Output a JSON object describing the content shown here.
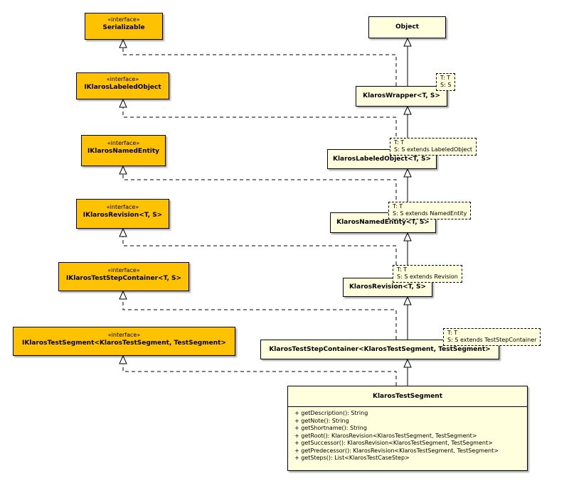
{
  "stereotype": "«interface»",
  "interfaces": [
    {
      "name": "Serializable"
    },
    {
      "name": "IKlarosLabeledObject"
    },
    {
      "name": "IKlarosNamedEntity"
    },
    {
      "name": "IKlarosRevision<T, S>"
    },
    {
      "name": "IKlarosTestStepContainer<T, S>"
    },
    {
      "name": "IKlarosTestSegment<KlarosTestSegment, TestSegment>"
    }
  ],
  "classes": [
    {
      "name": "Object"
    },
    {
      "name": "KlarosWrapper<T, S>",
      "type_params": [
        "T: T",
        "S: S"
      ]
    },
    {
      "name": "KlarosLabeledObject<T, S>",
      "type_params": [
        "T: T",
        "S: S extends LabeledObject"
      ]
    },
    {
      "name": "KlarosNamedEntity<T, S>",
      "type_params": [
        "T: T",
        "S: S extends NamedEntity"
      ]
    },
    {
      "name": "KlarosRevision<T, S>",
      "type_params": [
        "T: T",
        "S: S extends Revision"
      ]
    },
    {
      "name": "KlarosTestStepContainer<KlarosTestSegment, TestSegment>",
      "type_params": [
        "T: T",
        "S: S extends TestStepContainer"
      ]
    }
  ],
  "main_class": {
    "name": "KlarosTestSegment",
    "methods": [
      "+ getDescription(): String",
      "+ getNote(): String",
      "+ getShortname(): String",
      "+ getRoot(): KlarosRevision<KlarosTestSegment, TestSegment>",
      "+ getSuccessor(): KlarosRevision<KlarosTestSegment, TestSegment>",
      "+ getPredecessor(): KlarosRevision<KlarosTestSegment, TestSegment>",
      "+ getSteps(): List<KlarosTestCaseStep>"
    ]
  },
  "colors": {
    "interface_fill": "#ffc200",
    "class_fill": "#ffffdd",
    "line": "#000000"
  }
}
